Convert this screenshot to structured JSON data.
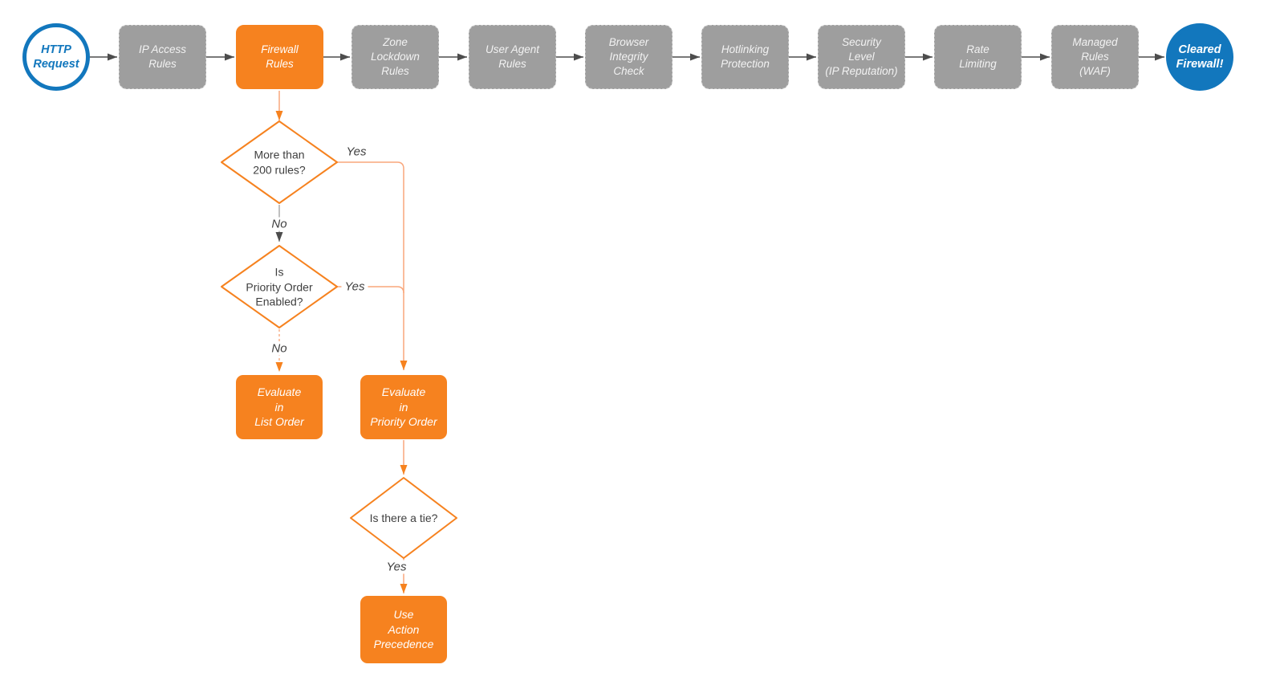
{
  "flow": {
    "start": {
      "label": "HTTP\nRequest"
    },
    "pipeline": [
      {
        "label": "IP Access\nRules"
      },
      {
        "label": "Firewall\nRules",
        "highlight": true
      },
      {
        "label": "Zone\nLockdown\nRules"
      },
      {
        "label": "User Agent\nRules"
      },
      {
        "label": "Browser\nIntegrity\nCheck"
      },
      {
        "label": "Hotlinking\nProtection"
      },
      {
        "label": "Security\nLevel\n(IP Reputation)"
      },
      {
        "label": "Rate\nLimiting"
      },
      {
        "label": "Managed\nRules\n(WAF)"
      }
    ],
    "end": {
      "label": "Cleared\nFirewall!"
    },
    "decisions": [
      {
        "label": "More than\n200 rules?",
        "yes": "Yes",
        "no": "No"
      },
      {
        "label": "Is\nPriority Order\nEnabled?",
        "yes": "Yes",
        "no": "No"
      },
      {
        "label": "Is there a tie?",
        "yes": "Yes"
      }
    ],
    "actions": [
      {
        "label": "Evaluate\nin\nList Order"
      },
      {
        "label": "Evaluate\nin\nPriority Order"
      },
      {
        "label": "Use\nAction\nPrecedence"
      }
    ]
  },
  "colors": {
    "accent_orange": "#F6821F",
    "light_orange_line": "#F9A77C",
    "brand_blue": "#1277BD",
    "box_gray": "#9E9E9E",
    "arrow_dark": "#4d4d4d"
  }
}
